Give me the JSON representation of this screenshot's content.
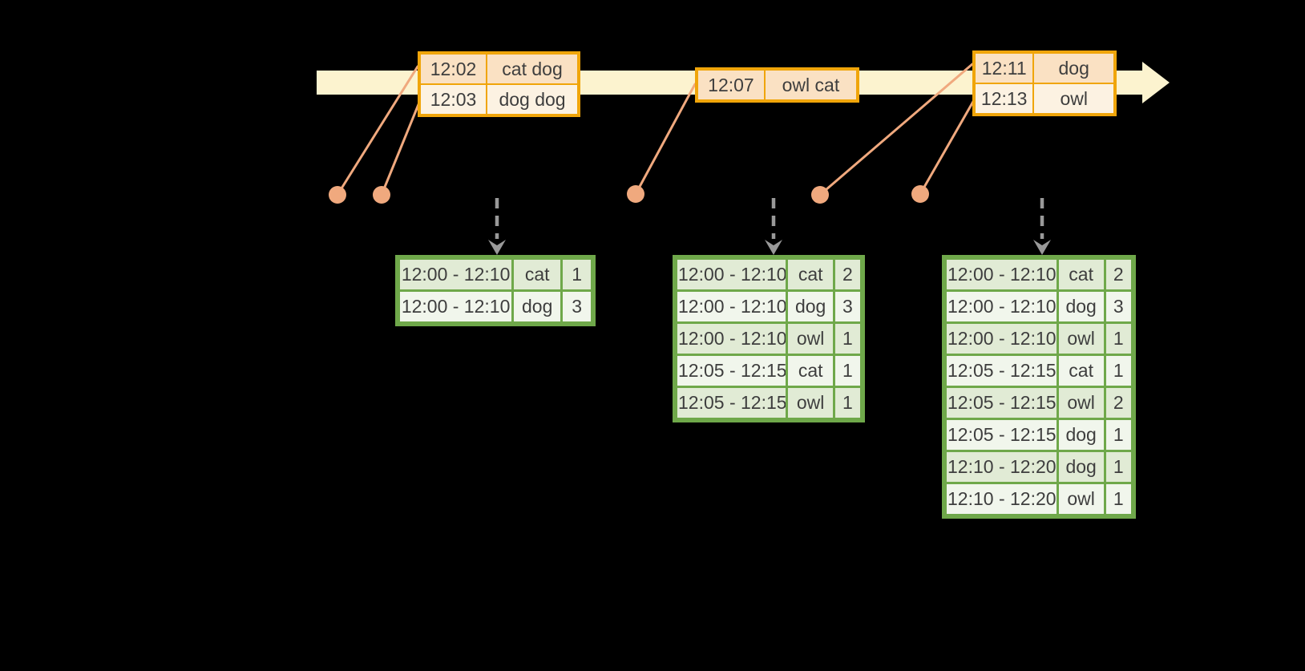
{
  "diagram_title": "",
  "timeline": {
    "event_tables": [
      {
        "name": "events-batch-1",
        "rows": [
          [
            "12:02",
            "cat dog"
          ],
          [
            "12:03",
            "dog dog"
          ]
        ]
      },
      {
        "name": "events-batch-2",
        "rows": [
          [
            "12:07",
            "owl cat"
          ]
        ]
      },
      {
        "name": "events-batch-3",
        "rows": [
          [
            "12:11",
            "dog"
          ],
          [
            "12:13",
            "owl"
          ]
        ]
      }
    ]
  },
  "result_tables": [
    {
      "name": "result-table-after-trigger-1",
      "rows": [
        [
          "12:00 - 12:10",
          "cat",
          "1"
        ],
        [
          "12:00 - 12:10",
          "dog",
          "3"
        ]
      ]
    },
    {
      "name": "result-table-after-trigger-2",
      "rows": [
        [
          "12:00 - 12:10",
          "cat",
          "2"
        ],
        [
          "12:00 - 12:10",
          "dog",
          "3"
        ],
        [
          "12:00 - 12:10",
          "owl",
          "1"
        ],
        [
          "12:05 - 12:15",
          "cat",
          "1"
        ],
        [
          "12:05 - 12:15",
          "owl",
          "1"
        ]
      ]
    },
    {
      "name": "result-table-after-trigger-3",
      "rows": [
        [
          "12:00 - 12:10",
          "cat",
          "2"
        ],
        [
          "12:00 - 12:10",
          "dog",
          "3"
        ],
        [
          "12:00 - 12:10",
          "owl",
          "1"
        ],
        [
          "12:05 - 12:15",
          "cat",
          "1"
        ],
        [
          "12:05 - 12:15",
          "owl",
          "2"
        ],
        [
          "12:05 - 12:15",
          "dog",
          "1"
        ],
        [
          "12:10 - 12:20",
          "dog",
          "1"
        ],
        [
          "12:10 - 12:20",
          "owl",
          "1"
        ]
      ]
    }
  ],
  "icons": {
    "timeline_arrowhead": "right-arrowhead",
    "trigger_arrow": "dashed-down-arrow",
    "event_marker": "event-dot"
  },
  "colors": {
    "background": "#000000",
    "timeline_band": "#FCF3CF",
    "event_table_border": "#F0A50A",
    "event_row_dark": "#FAE1C3",
    "event_row_light": "#FCF2E2",
    "event_marker": "#F0A97E",
    "result_table_border": "#6FA84A",
    "result_row_dark": "#E1EBD5",
    "result_row_light": "#F1F6EC",
    "trigger_arrow": "#999999",
    "text": "#3E3E3E"
  }
}
